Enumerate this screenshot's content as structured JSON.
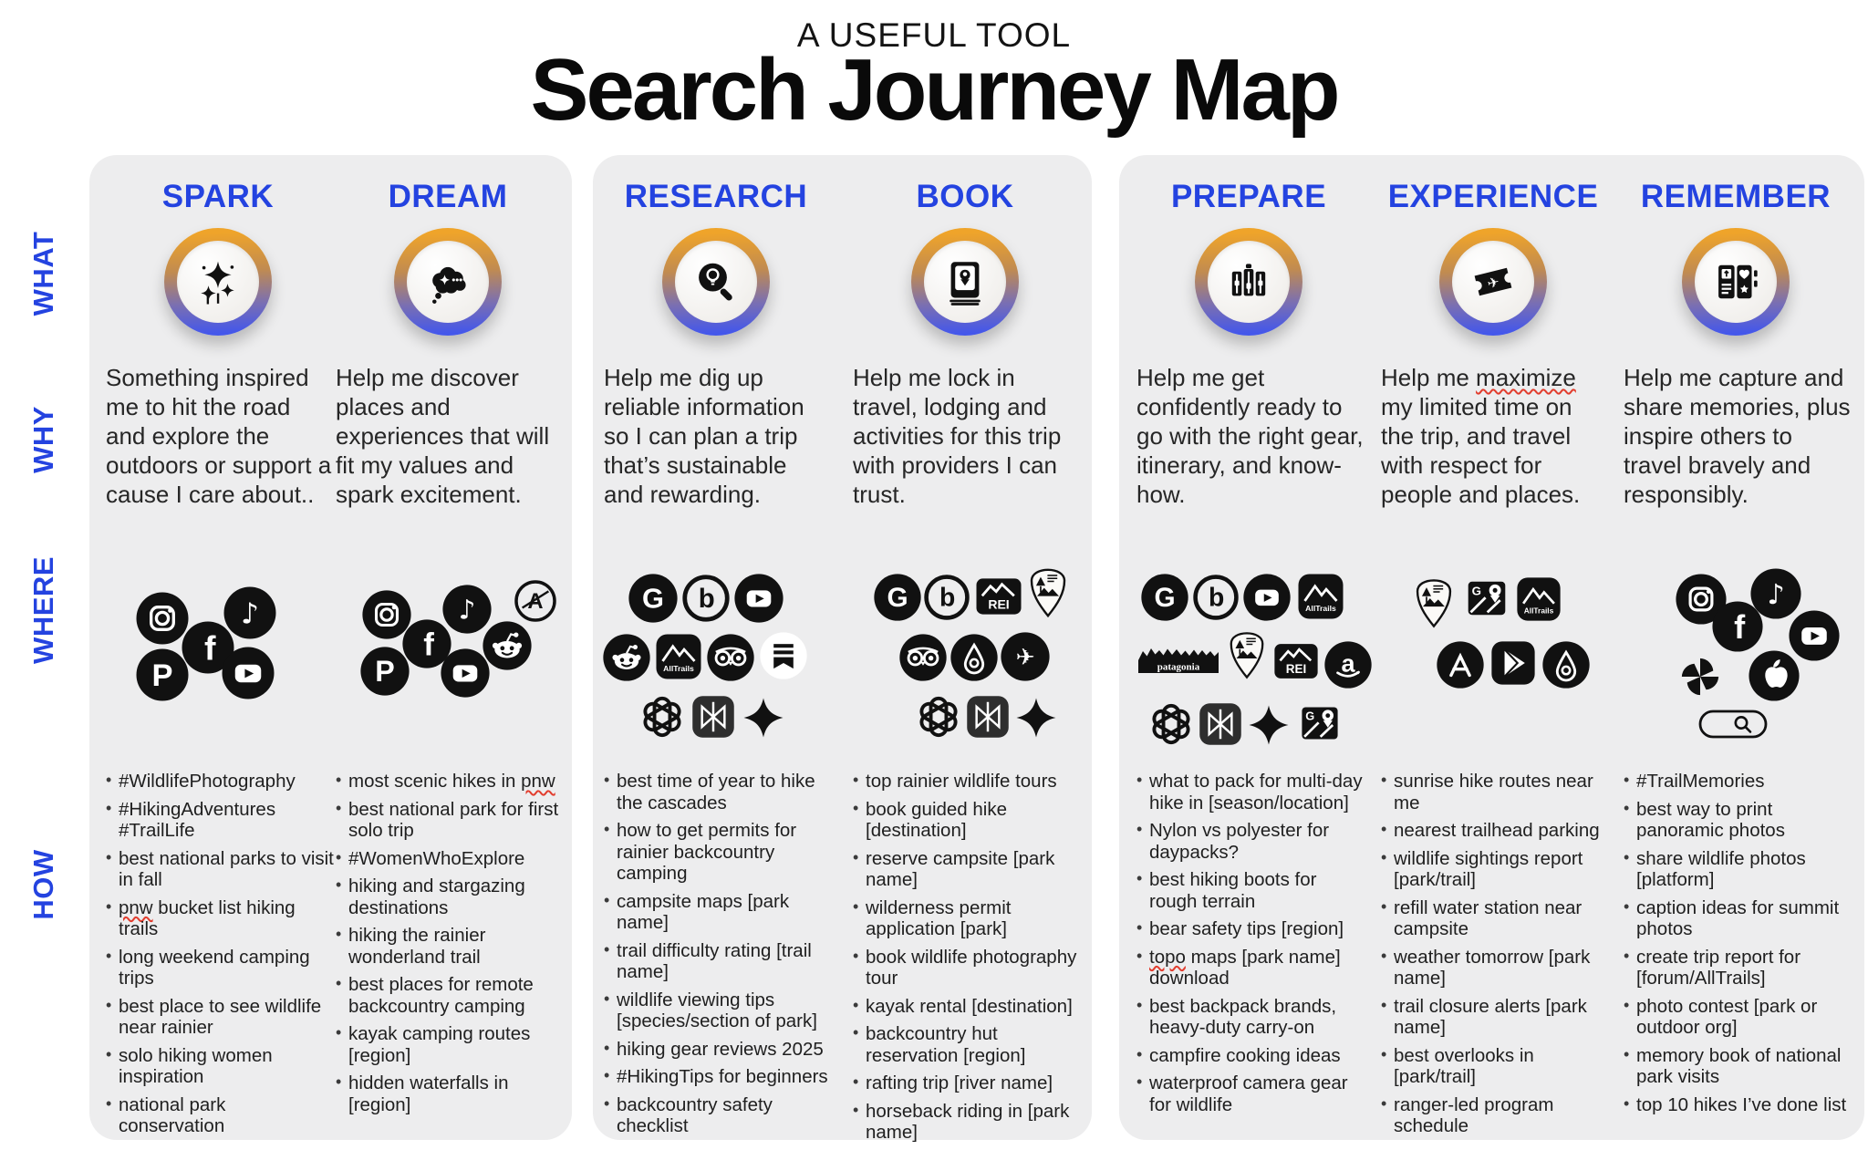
{
  "title": {
    "kicker": "A USEFUL TOOL",
    "heading": "Search Journey Map"
  },
  "row_labels": [
    "WHAT",
    "WHY",
    "WHERE",
    "HOW"
  ],
  "colors": {
    "accent_blue": "#2443e0",
    "panel_bg": "#ededee",
    "ring_orange": "#efa42a",
    "ring_blue": "#4457ea",
    "squiggle_red": "#e23d2e",
    "icon_black": "#111111"
  },
  "squiggle_words": [
    "pnw",
    "topo",
    "maximize"
  ],
  "panels": [
    {
      "columns": [
        {
          "key": "spark",
          "label": "SPARK",
          "stage_icon": "sparkles-icon",
          "why": "Something inspired me to hit the road and explore the outdoors or support a cause I care about..",
          "where": [
            "instagram",
            "tiktok",
            "facebook",
            "pinterest",
            "youtube"
          ],
          "how": [
            "#WildlifePhotography",
            "#HikingAdventures #TrailLife",
            "best national parks to visit in fall",
            "pnw bucket list hiking trails",
            "long weekend camping trips",
            "best place to see wildlife near rainier",
            "solo hiking women inspiration",
            "national park conservation"
          ]
        },
        {
          "key": "dream",
          "label": "DREAM",
          "stage_icon": "dream-cloud-icon",
          "why": "Help me discover places and experiences that will fit my values and spark excitement.",
          "where": [
            "instagram",
            "tiktok",
            "atlas-obscura",
            "facebook",
            "reddit",
            "pinterest",
            "youtube"
          ],
          "how": [
            "most scenic hikes in pnw",
            "best national park for first solo trip",
            "#WomenWhoExplore",
            "hiking and stargazing destinations",
            "hiking the rainier wonderland trail",
            "best places for remote backcountry camping",
            "kayak camping routes [region]",
            "hidden waterfalls in [region]"
          ]
        }
      ]
    },
    {
      "columns": [
        {
          "key": "research",
          "label": "RESEARCH",
          "stage_icon": "bulb-magnifier-icon",
          "why": "Help me dig up reliable information so I can plan a trip that’s sustainable and rewarding.",
          "where": [
            "google",
            "bing",
            "youtube",
            "reddit",
            "alltrails",
            "tripadvisor",
            "substack",
            "chatgpt",
            "perplexity",
            "gemini"
          ],
          "how": [
            "best time of year to hike the cascades",
            "how to get permits for rainier backcountry camping",
            "campsite maps [park name]",
            "trail difficulty rating [trail name]",
            "wildlife viewing tips [species/section of park]",
            "hiking gear reviews 2025",
            "#HikingTips for beginners",
            "backcountry safety checklist"
          ]
        },
        {
          "key": "book",
          "label": "BOOK",
          "stage_icon": "book-pin-icon",
          "why": "Help me lock in travel, lodging and activities for this trip with providers I can trust.",
          "where": [
            "google",
            "bing",
            "rei",
            "national-park-service",
            "tripadvisor",
            "airbnb",
            "flights",
            "chatgpt",
            "perplexity",
            "gemini"
          ],
          "how": [
            "top rainier wildlife tours",
            "book guided hike [destination]",
            "reserve campsite [park name]",
            "wilderness permit application [park]",
            "book wildlife photography tour",
            "kayak rental [destination]",
            "backcountry hut reservation [region]",
            "rafting trip [river name]",
            "horseback riding in [park name]"
          ]
        }
      ]
    },
    {
      "columns": [
        {
          "key": "prepare",
          "label": "PREPARE",
          "stage_icon": "gear-bags-icon",
          "why": "Help me get confidently ready to go with the right gear, itinerary, and know-how.",
          "where": [
            "google",
            "bing",
            "youtube",
            "alltrails",
            "patagonia",
            "national-park-service",
            "rei",
            "amazon",
            "chatgpt",
            "perplexity",
            "gemini",
            "google-maps"
          ],
          "how": [
            "what to pack for multi-day hike in [season/location]",
            "Nylon vs polyester for daypacks?",
            "best hiking boots for rough terrain",
            "bear safety tips [region]",
            "topo maps [park name] download",
            "best backpack brands, heavy-duty carry-on",
            "campfire cooking ideas",
            "waterproof camera gear for wildlife"
          ]
        },
        {
          "key": "experience",
          "label": "EXPERIENCE",
          "stage_icon": "ticket-plane-icon",
          "why": "Help me maximize my limited time on the trip, and travel with respect for people and places.",
          "where": [
            "national-park-service",
            "google-maps",
            "alltrails",
            "app-store",
            "google-play",
            "airbnb"
          ],
          "how": [
            "sunrise hike routes near me",
            "nearest trailhead parking",
            "wildlife sightings report [park/trail]",
            "refill water station near campsite",
            "weather tomorrow [park name]",
            "trail closure alerts [park name]",
            "best overlooks in [park/trail]",
            "ranger-led program schedule"
          ]
        },
        {
          "key": "remember",
          "label": "REMEMBER",
          "stage_icon": "photo-journal-icon",
          "why": "Help me capture and share memories, plus inspire others to travel bravely and responsibly.",
          "where": [
            "instagram",
            "tiktok",
            "facebook",
            "youtube",
            "pinwheel",
            "apple",
            "search-bar"
          ],
          "how": [
            "#TrailMemories",
            "best way to print panoramic photos",
            "share wildlife photos [platform]",
            "caption ideas for summit photos",
            "create trip report for [forum/AllTrails]",
            "photo contest [park or outdoor org]",
            "memory book of national park visits",
            "top 10 hikes I’ve done list"
          ]
        }
      ]
    }
  ]
}
